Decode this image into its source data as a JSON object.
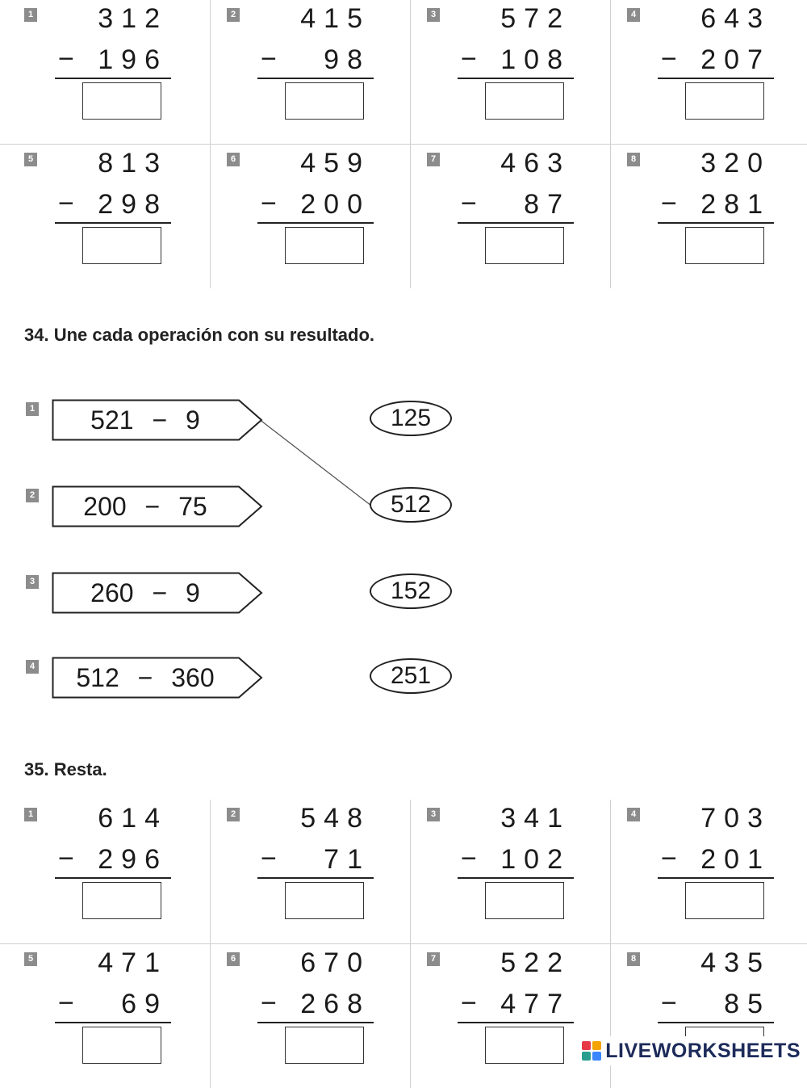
{
  "top_exercise": {
    "problems": [
      {
        "num": "1",
        "minuend": "312",
        "subtrahend": "196"
      },
      {
        "num": "2",
        "minuend": "415",
        "subtrahend": "98"
      },
      {
        "num": "3",
        "minuend": "572",
        "subtrahend": "108"
      },
      {
        "num": "4",
        "minuend": "643",
        "subtrahend": "207"
      },
      {
        "num": "5",
        "minuend": "813",
        "subtrahend": "298"
      },
      {
        "num": "6",
        "minuend": "459",
        "subtrahend": "200"
      },
      {
        "num": "7",
        "minuend": "463",
        "subtrahend": "87"
      },
      {
        "num": "8",
        "minuend": "320",
        "subtrahend": "281"
      }
    ]
  },
  "section34": {
    "title": "34. Une cada operación con su resultado.",
    "operations": [
      {
        "num": "1",
        "text": "521 − 9"
      },
      {
        "num": "2",
        "text": "200 − 75"
      },
      {
        "num": "3",
        "text": "260 − 9"
      },
      {
        "num": "4",
        "text": "512 − 360"
      }
    ],
    "results": [
      "125",
      "512",
      "152",
      "251"
    ]
  },
  "section35": {
    "title": "35. Resta.",
    "problems": [
      {
        "num": "1",
        "minuend": "614",
        "subtrahend": "296"
      },
      {
        "num": "2",
        "minuend": "548",
        "subtrahend": "71"
      },
      {
        "num": "3",
        "minuend": "341",
        "subtrahend": "102"
      },
      {
        "num": "4",
        "minuend": "703",
        "subtrahend": "201"
      },
      {
        "num": "5",
        "minuend": "471",
        "subtrahend": "69"
      },
      {
        "num": "6",
        "minuend": "670",
        "subtrahend": "268"
      },
      {
        "num": "7",
        "minuend": "522",
        "subtrahend": "477"
      },
      {
        "num": "8",
        "minuend": "435",
        "subtrahend": "85"
      }
    ]
  },
  "minus_symbol": "−",
  "logo": {
    "text": "LIVEWORKSHEETS"
  }
}
